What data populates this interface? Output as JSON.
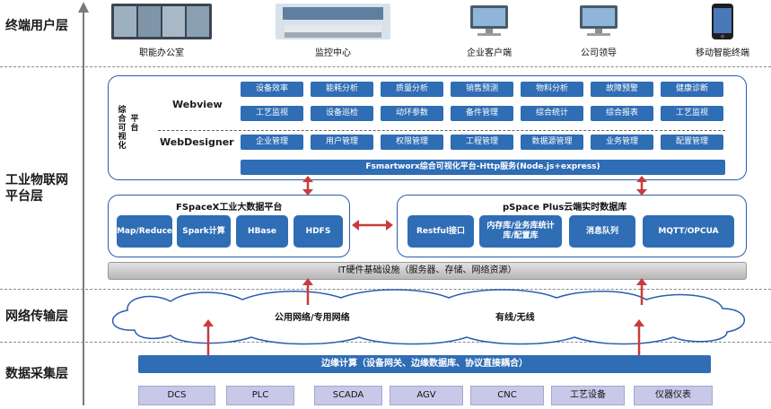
{
  "layers": {
    "terminal": "终端用户层",
    "platform_line1": "工业物联网",
    "platform_line2": "平台层",
    "network": "网络传输层",
    "collection": "数据采集层"
  },
  "devices": [
    "职能办公室",
    "监控中心",
    "企业客户端",
    "公司领导",
    "移动智能终端"
  ],
  "visual": {
    "side_label": "综合可视化平台",
    "side_col1": "综合可视化",
    "side_col2": "平台",
    "webview": "Webview",
    "webdesigner": "WebDesigner",
    "row1": [
      "设备效率",
      "能耗分析",
      "质量分析",
      "销售预测",
      "物料分析",
      "故障预警",
      "健康诊断"
    ],
    "row2": [
      "工艺监视",
      "设备巡检",
      "动环参数",
      "备件管理",
      "综合统计",
      "综合报表",
      "工艺监视"
    ],
    "row3": [
      "企业管理",
      "用户管理",
      "权限管理",
      "工程管理",
      "数据源管理",
      "业务管理",
      "配置管理"
    ],
    "service_bar": "Fsmartworx综合可视化平台-Http服务(Node.js+express)"
  },
  "fspace": {
    "title": "FSpaceX工业大数据平台",
    "items": [
      "Map/Reduce",
      "Spark计算",
      "HBase",
      "HDFS"
    ]
  },
  "pspace": {
    "title": "pSpace Plus云端实时数据库",
    "items": [
      "Restful接口",
      "内存库/业务库统计库/配置库",
      "消息队列",
      "MQTT/OPCUA"
    ]
  },
  "infra": "IT硬件基础设施（服务器、存储、网络资源）",
  "network": {
    "left": "公用网络/专用网络",
    "right": "有线/无线"
  },
  "edge": "边缘计算（设备网关、边缘数据库、协议直接耦合）",
  "sources": [
    "DCS",
    "PLC",
    "SCADA",
    "AGV",
    "CNC",
    "工艺设备",
    "仪器仪表"
  ],
  "colors": {
    "box_blue": "#2f6db5",
    "border_blue": "#2a5db0",
    "arrow_red": "#c83c3c",
    "source_fill": "#c8c8e8"
  }
}
